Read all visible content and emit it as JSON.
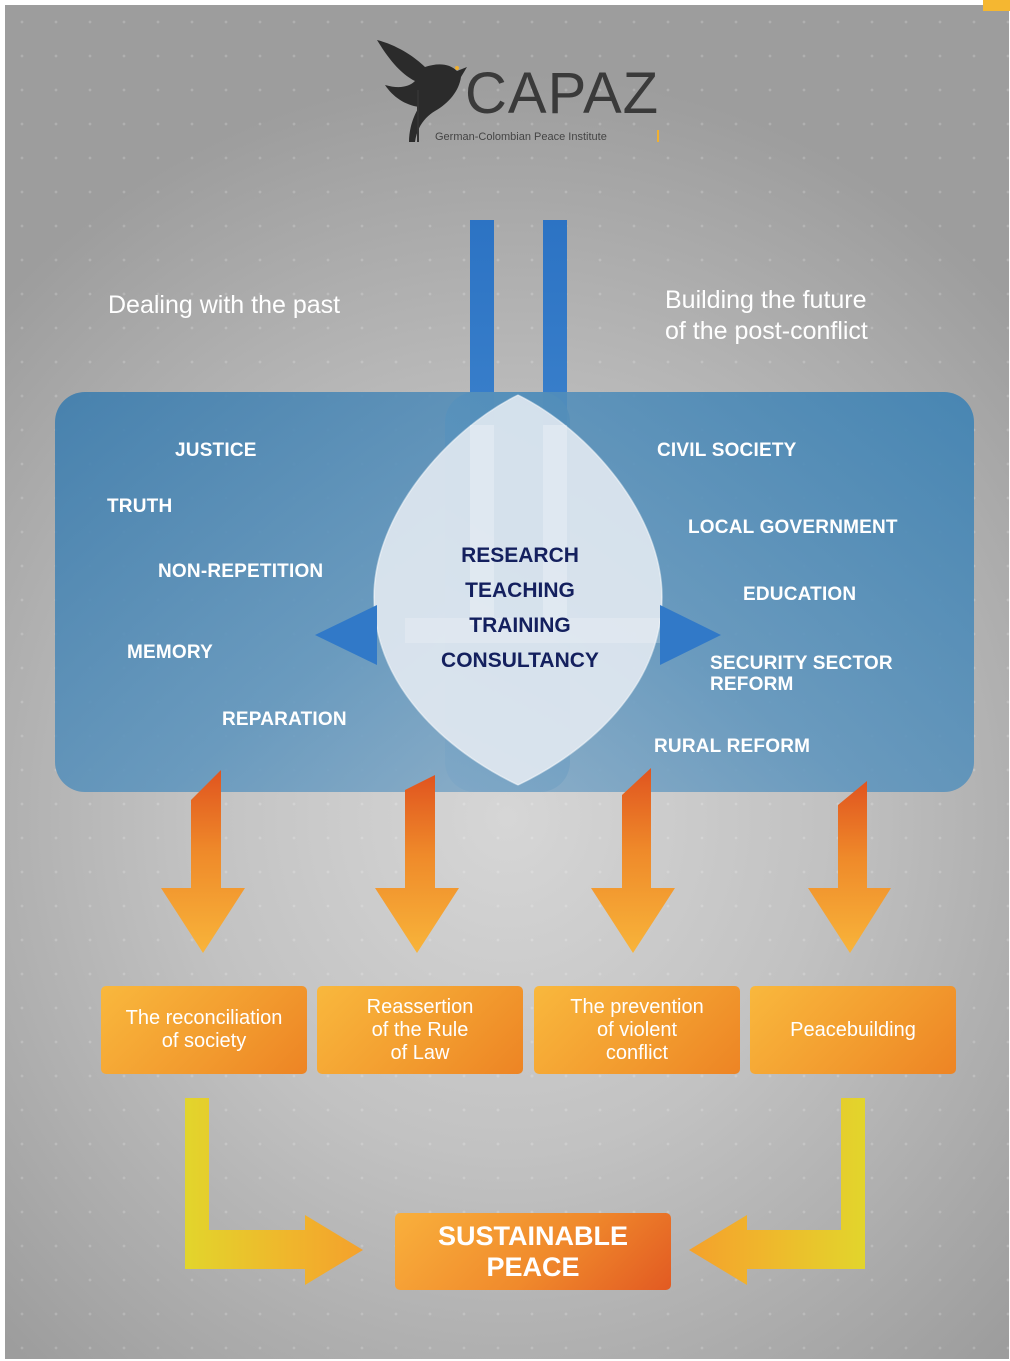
{
  "logo": {
    "name": "CAPAZ",
    "subtitle": "German-Colombian Peace Institute"
  },
  "headings": {
    "left": "Dealing with the past",
    "right_line1": "Building the future",
    "right_line2": "of the post-conflict"
  },
  "left_topics": [
    "JUSTICE",
    "TRUTH",
    "NON-REPETITION",
    "MEMORY",
    "REPARATION"
  ],
  "right_topics": [
    "CIVIL SOCIETY",
    "LOCAL GOVERNMENT",
    "EDUCATION",
    "SECURITY SECTOR",
    "REFORM",
    "RURAL REFORM"
  ],
  "center_activities": [
    "RESEARCH",
    "TEACHING",
    "TRAINING",
    "CONSULTANCY"
  ],
  "outcomes": [
    [
      "The reconciliation",
      "of society"
    ],
    [
      "Reassertion",
      "of the Rule",
      "of Law"
    ],
    [
      "The prevention",
      "of violent",
      "conflict"
    ],
    [
      "Peacebuilding"
    ]
  ],
  "goal": [
    "SUSTAINABLE",
    "PEACE"
  ],
  "colors": {
    "blue_panel": "#4a88b4",
    "blue_arrow": "#2f76c6",
    "orange": "#f29a2e",
    "yellow": "#e6d42c",
    "navy_text": "#14205e"
  }
}
